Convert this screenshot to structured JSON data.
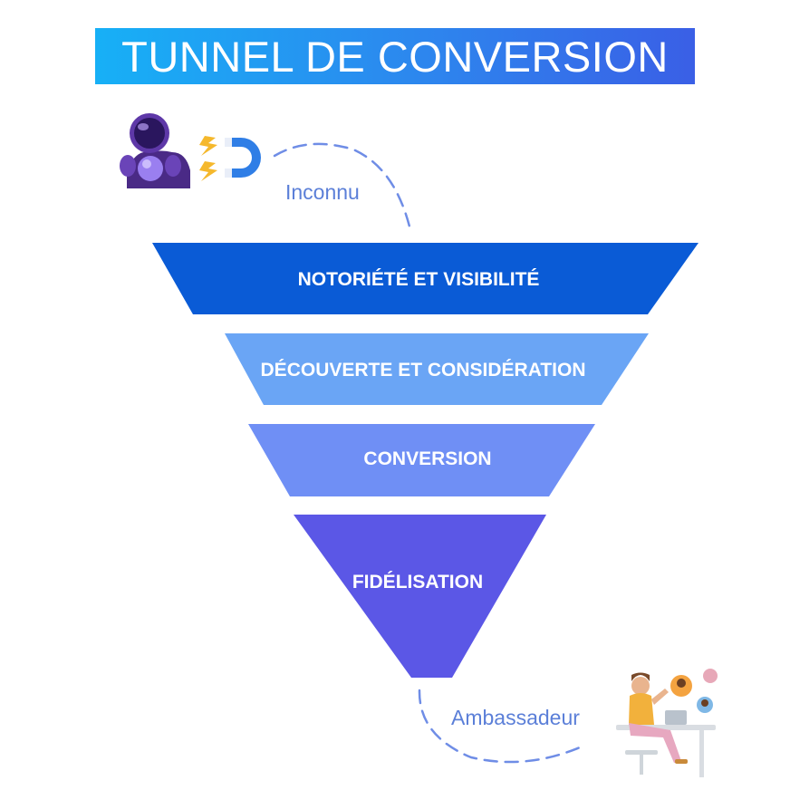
{
  "title": "TUNNEL DE CONVERSION",
  "start_label": "Inconnu",
  "end_label": "Ambassadeur",
  "stages": [
    {
      "label": "NOTORIÉTÉ ET VISIBILITÉ",
      "color": "#0a5bd6"
    },
    {
      "label": "DÉCOUVERTE ET CONSIDÉRATION",
      "color": "#6aa5f5"
    },
    {
      "label": "CONVERSION",
      "color": "#6f8ff5"
    },
    {
      "label": "FIDÉLISATION",
      "color": "#5b57e6"
    }
  ],
  "colors": {
    "banner_start": "#17b0f6",
    "banner_end": "#3a5fe6",
    "dashes": "#6f8de6",
    "path_text": "#5b7fd8"
  },
  "icons": {
    "start": "astronaut-with-magnet-icon",
    "end": "person-at-desk-icon"
  }
}
